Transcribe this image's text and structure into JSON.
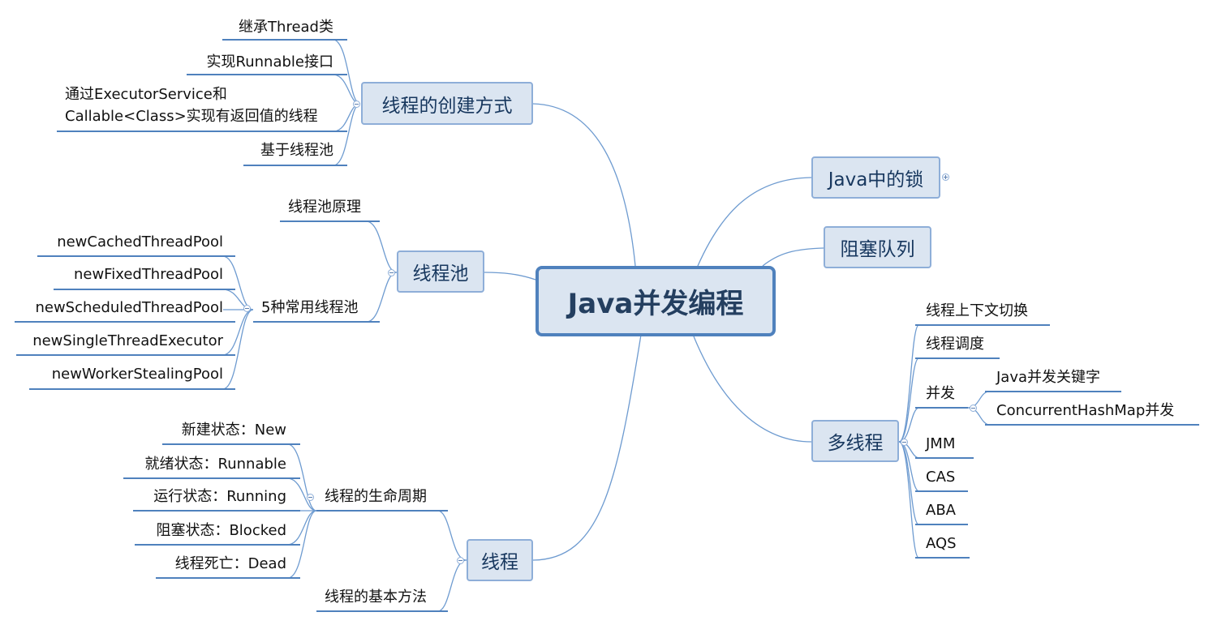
{
  "central": "Java并发编程",
  "topics": {
    "create": {
      "label": "线程的创建方式",
      "children": [
        "继承Thread类",
        "实现Runnable接口",
        "通过ExecutorService和",
        "Callable<Class>实现有返回值的线程",
        "基于线程池"
      ]
    },
    "pool": {
      "label": "线程池",
      "children": [
        "线程池原理",
        "5种常用线程池"
      ],
      "pools": [
        "newCachedThreadPool",
        "newFixedThreadPool",
        "newScheduledThreadPool",
        "newSingleThreadExecutor",
        "newWorkerStealingPool"
      ]
    },
    "thread": {
      "label": "线程",
      "children": [
        "线程的生命周期",
        "线程的基本方法"
      ],
      "states": [
        "新建状态：New",
        "就绪状态：Runnable",
        "运行状态：Running",
        "阻塞状态：Blocked",
        "线程死亡：Dead"
      ]
    },
    "locks": {
      "label": "Java中的锁"
    },
    "queue": {
      "label": "阻塞队列"
    },
    "multi": {
      "label": "多线程",
      "children": [
        "线程上下文切换",
        "线程调度",
        "并发",
        "JMM",
        "CAS",
        "ABA",
        "AQS"
      ],
      "concurrency": [
        "Java并发关键字",
        "ConcurrentHashMap并发"
      ]
    }
  },
  "colors": {
    "line": "#6e9bd0",
    "underline": "#4f81bd",
    "box_fill": "#dbe5f1",
    "box_border": "#8eaed8",
    "central_border": "#4f81bd"
  },
  "icons": {
    "collapse": "minus-circle-icon",
    "expand": "plus-circle-icon"
  }
}
